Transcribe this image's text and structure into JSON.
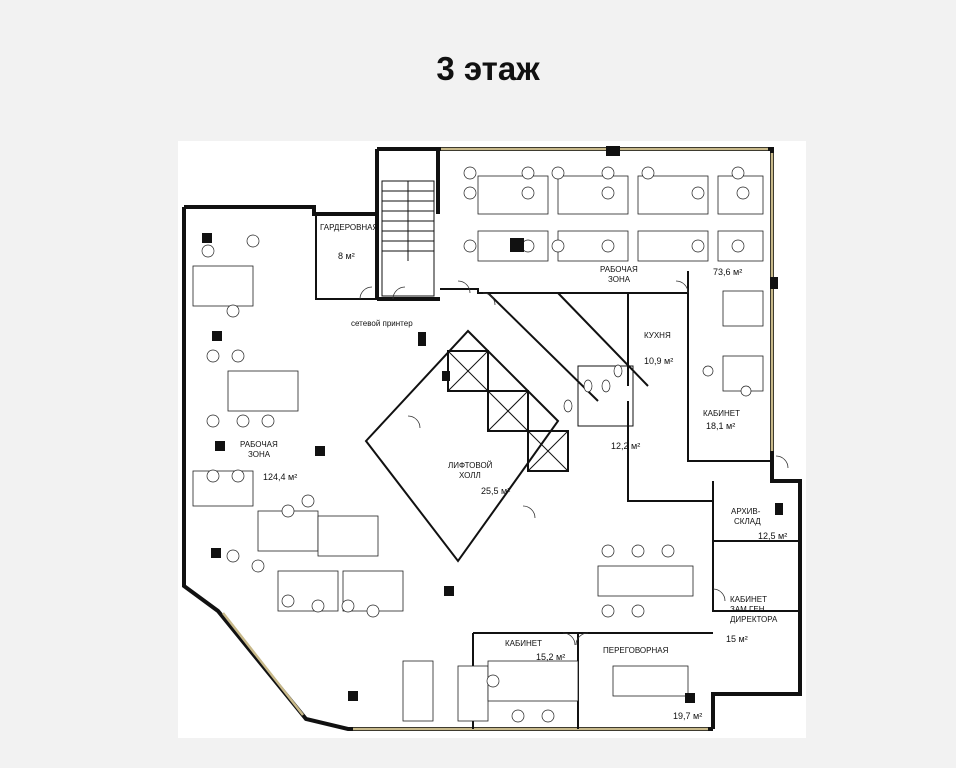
{
  "title": "3 этаж",
  "rooms": {
    "wardrobe": {
      "name": "ГАРДЕРОВНАЯ",
      "area": "8 м²"
    },
    "workzone_top": {
      "name_line1": "РАБОЧАЯ",
      "name_line2": "ЗОНА",
      "area": "73,6 м²"
    },
    "workzone_left": {
      "name_line1": "РАБОЧАЯ",
      "name_line2": "ЗОНА",
      "area": "124,4 м²"
    },
    "kitchen": {
      "name": "КУХНЯ",
      "area": "10,9 м²"
    },
    "office_right": {
      "name": "КАБИНЕТ",
      "area": "18,1 м²"
    },
    "toilets": {
      "area": "12,2 м²"
    },
    "lift_hall": {
      "name_line1": "ЛИФТОВОЙ",
      "name_line2": "ХОЛЛ",
      "area": "25,5 м²"
    },
    "archive": {
      "name_line1": "АРХИВ-",
      "name_line2": "СКЛАД",
      "area": "12,5 м²"
    },
    "deputy_office": {
      "name_line1": "КАБИНЕТ",
      "name_line2": "ЗАМ.ГЕН.",
      "name_line3": "ДИРЕКТОРА",
      "area": "15 м²"
    },
    "office_bottom": {
      "name": "КАБИНЕТ",
      "area": "15,2 м²"
    },
    "meeting": {
      "name": "ПЕРЕГОВОРНАЯ",
      "area": "19,7 м²"
    }
  },
  "labels": {
    "network_printer": "сетевой принтер"
  }
}
